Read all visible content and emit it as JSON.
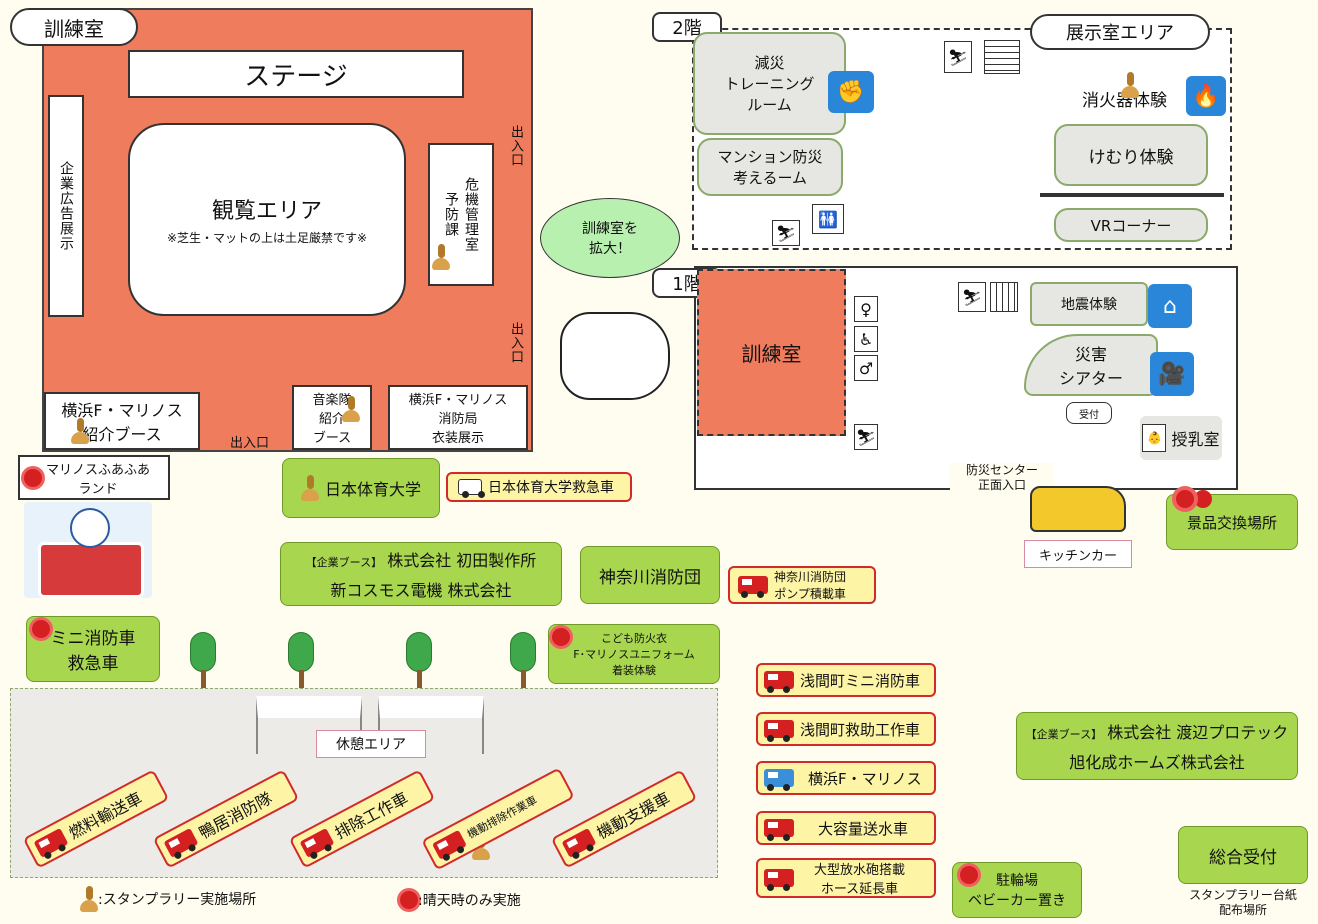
{
  "training_room_map": {
    "label": "訓練室",
    "stage": "ステージ",
    "viewing_area": "観覧エリア",
    "viewing_note": "※芝生・マットの上は土足厳禁です※",
    "corp_ad": "企業広告展示",
    "crisis": "危機管理室\n予防課",
    "exit": "出入口",
    "marinos_booth": "横浜F・マリノス\n紹介ブース",
    "band_booth": "音楽隊\n紹介\nブース",
    "costume": "横浜F・マリノス\n消防局\n衣装展示"
  },
  "callout": "訓練室を\n拡大！",
  "floor2": {
    "label": "2階",
    "exhibit_label": "展示室エリア",
    "training_room": "減災\nトレーニング\nルーム",
    "mansion": "マンション防災\n考えるーム",
    "extinguisher": "消火器体験",
    "smoke": "けむり体験",
    "vr": "VRコーナー"
  },
  "floor1": {
    "label": "1階",
    "training_room": "訓練室",
    "earthquake": "地震体験",
    "theater": "災害\nシアター",
    "reception": "受付",
    "nursing": "授乳室",
    "entrance": "防災センター\n正面入口"
  },
  "outdoor": {
    "fuafua": "マリノスふあふあ\nランド",
    "nittai": "日本体育大学",
    "nittai_ambulance": "日本体育大学救急車",
    "corp_tag": "【企業ブース】",
    "corp1": "株式会社 初田製作所",
    "corp2": "新コスモス電機 株式会社",
    "kanagawa": "神奈川消防団",
    "kanagawa_truck": "神奈川消防団\nポンプ積載車",
    "mini": "ミニ消防車\n救急車",
    "kids": "こども防火衣\nF･マリノスユニフォーム\n着装体験",
    "rest": "休憩エリア",
    "kitchen": "キッチンカー",
    "prize": "景品交換場所",
    "corp3": "株式会社 渡辺プロテック",
    "corp4": "旭化成ホームズ株式会社",
    "reception_main": "総合受付",
    "stamp_place": "スタンプラリー台紙\n配布場所",
    "bike": "駐輪場\nベビーカー置き"
  },
  "vehicles_diag": [
    "燃料輸送車",
    "鴨居消防隊",
    "排除工作車",
    "機動排除作業車",
    "機動支援車"
  ],
  "vehicles_list": [
    "浅間町ミニ消防車",
    "浅間町救助工作車",
    "横浜F・マリノス",
    "大容量送水車",
    "大型放水砲搭載\nホース延長車"
  ],
  "legend": {
    "stamp": ":スタンプラリー実施場所",
    "sunny": ":晴天時のみ実施"
  }
}
